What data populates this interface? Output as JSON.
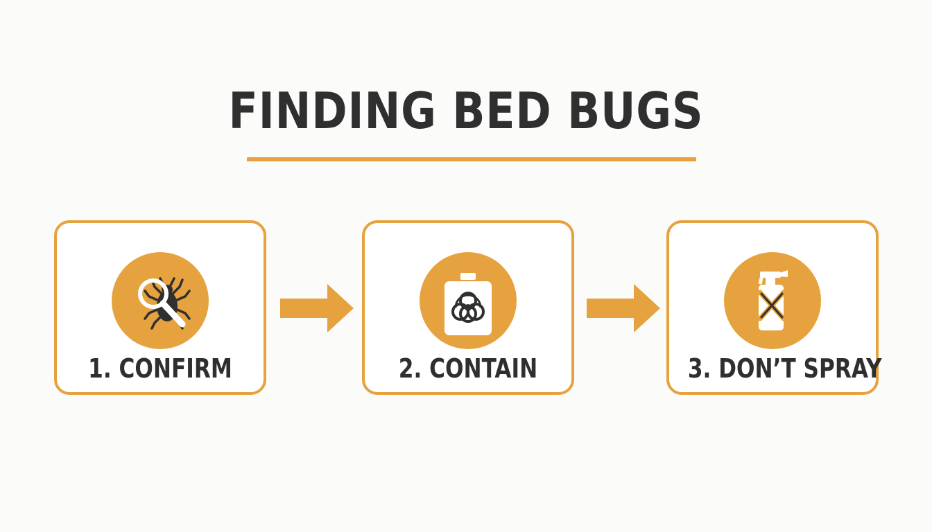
{
  "title": "FINDING BED BUGS",
  "colors": {
    "accent": "#e6a23e",
    "text": "#2f2f2f",
    "background": "#fbfbfa",
    "icon_light": "#ffffff"
  },
  "steps": [
    {
      "label": "1. CONFIRM",
      "icon": "magnifier-bug-icon"
    },
    {
      "label": "2. CONTAIN",
      "icon": "biohazard-container-icon"
    },
    {
      "label": "3. DON’T SPRAY",
      "icon": "no-spray-bottle-icon"
    }
  ],
  "connectors": [
    {
      "from": 1,
      "to": 2
    },
    {
      "from": 2,
      "to": 3
    }
  ]
}
